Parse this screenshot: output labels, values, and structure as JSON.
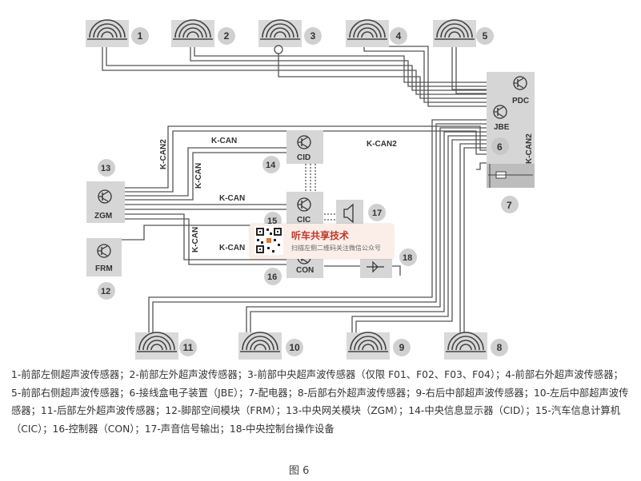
{
  "diagram": {
    "sensor_numbers": [
      "1",
      "2",
      "3",
      "4",
      "5",
      "8",
      "9",
      "10",
      "11"
    ],
    "labels": {
      "pdc": "PDC",
      "jbe": "JBE",
      "cid": "CID",
      "cic": "CIC",
      "con": "CON",
      "zgm": "ZGM",
      "frm": "FRM",
      "kcan": "K-CAN",
      "kcan2": "K-CAN2",
      "num6": "6",
      "num7": "7",
      "num12": "12",
      "num13": "13",
      "num14": "14",
      "num15": "15",
      "num16": "16",
      "num17": "17",
      "num18": "18"
    }
  },
  "watermark": {
    "title": "听车共享技术",
    "subtitle": "扫描左侧二维码关注微信公众号"
  },
  "caption": "1-前部左侧超声波传感器；2-前部左外超声波传感器；3-前部中央超声波传感器（仅限 F01、F02、F03、F04）；4-前部右外超声波传感器；5-前部右侧超声波传感器；6-接线盒电子装置（JBE）；7-配电器；8-后部右外超声波传感器；9-右后中部超声波传感器；10-左后中部超声波传感器；11-后部左外超声波传感器；12-脚部空间模块（FRM）；13-中央网关模块（ZGM）；14-中央信息显示器（CID）；15-汽车信息计算机（CIC）；16-控制器（CON）；17-声音信号输出；18-中央控制台操作设备",
  "figure_label": "图 6"
}
